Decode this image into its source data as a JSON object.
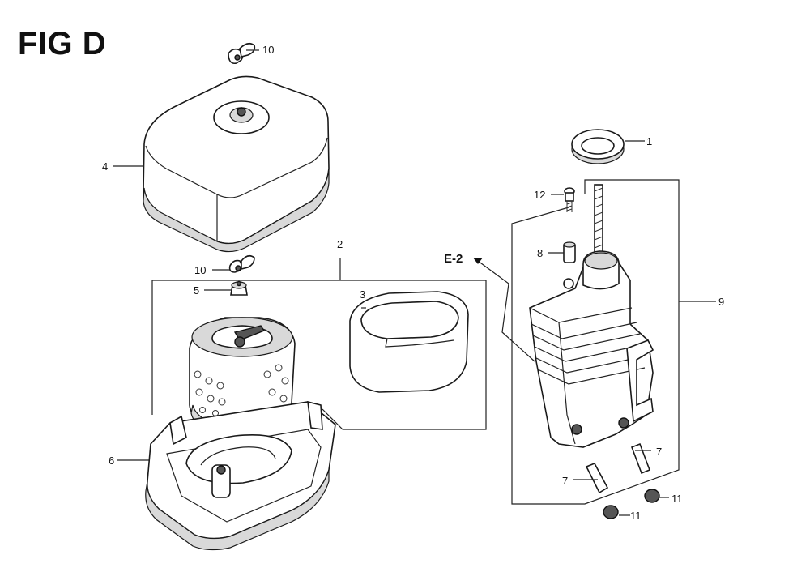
{
  "figure": {
    "title": "FIG D",
    "reference_label": "E-2"
  },
  "callouts": {
    "part_1": "1",
    "part_2": "2",
    "part_3": "3",
    "part_4": "4",
    "part_5": "5",
    "part_6": "6",
    "part_7_a": "7",
    "part_7_b": "7",
    "part_8": "8",
    "part_9": "9",
    "part_10_a": "10",
    "part_10_b": "10",
    "part_11_a": "11",
    "part_11_b": "11",
    "part_12": "12"
  }
}
